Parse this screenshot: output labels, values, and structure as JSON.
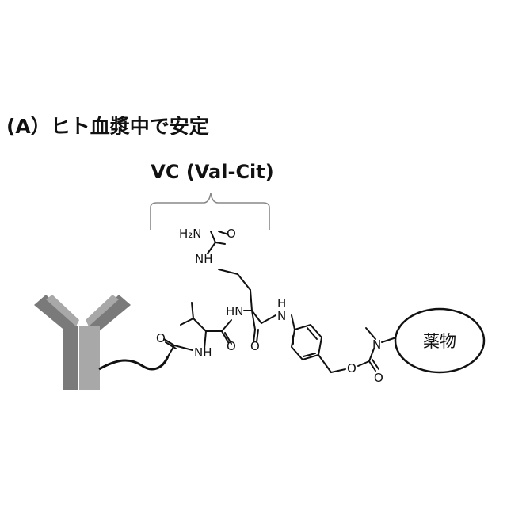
{
  "heading": "(A）ヒト血漿中で安定",
  "linker_label": "VC (Val-Cit)",
  "atom_labels": {
    "h2n": "H₂N",
    "carbonyl_o_urea": "O",
    "nh_urea": "NH",
    "hn_valine": "NH",
    "hn_citrulline": "HN",
    "nh_anilide": "H\nN",
    "o_linker": "O",
    "o_valine": "O",
    "o_citrulline": "O",
    "o_carbamate_ether": "O",
    "o_carbamate": "O",
    "n_methyl": "N"
  },
  "drug_label": "薬物",
  "colors": {
    "antibody_dark": "#7a7a7a",
    "antibody_light": "#a8a8a8",
    "bond": "#111111"
  }
}
